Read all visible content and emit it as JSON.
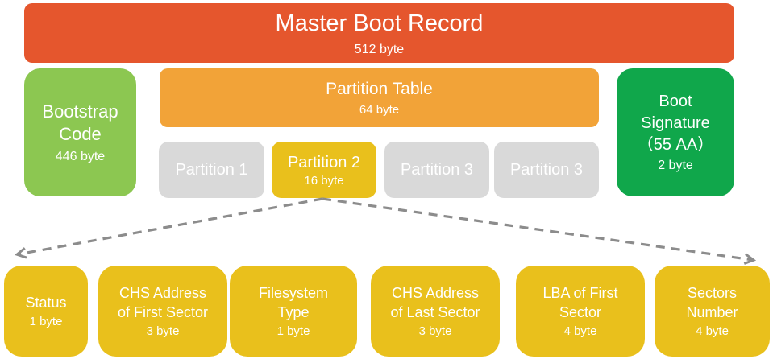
{
  "mbr": {
    "label": "Master Boot Record",
    "size": "512 byte"
  },
  "bootstrap": {
    "label": "Bootstrap Code",
    "size": "446 byte"
  },
  "partition_table": {
    "label": "Partition Table",
    "size": "64 byte"
  },
  "partitions": [
    {
      "label": "Partition 1",
      "size": ""
    },
    {
      "label": "Partition 2",
      "size": "16 byte",
      "highlighted": true
    },
    {
      "label": "Partition 3",
      "size": ""
    },
    {
      "label": "Partition 3",
      "size": ""
    }
  ],
  "boot_signature": {
    "label": "Boot Signature",
    "value": "（55 AA）",
    "size": "2 byte"
  },
  "partition_entry_fields": [
    {
      "label": "Status",
      "size": "1 byte"
    },
    {
      "label": "CHS Address of First Sector",
      "size": "3 byte"
    },
    {
      "label": "Filesystem Type",
      "size": "1 byte"
    },
    {
      "label": "CHS Address of Last Sector",
      "size": "3 byte"
    },
    {
      "label": "LBA of First Sector",
      "size": "4 byte"
    },
    {
      "label": "Sectors Number",
      "size": "4 byte"
    }
  ],
  "colors": {
    "banner_orange": "#e5562d",
    "table_orange": "#f2a338",
    "highlight_yellow": "#e9c01c",
    "partition_gray": "#d9d9d9",
    "bootstrap_green": "#8cc751",
    "signature_green": "#10a74b",
    "arrow_gray": "#8c8c8c",
    "text_white": "#ffffff"
  }
}
